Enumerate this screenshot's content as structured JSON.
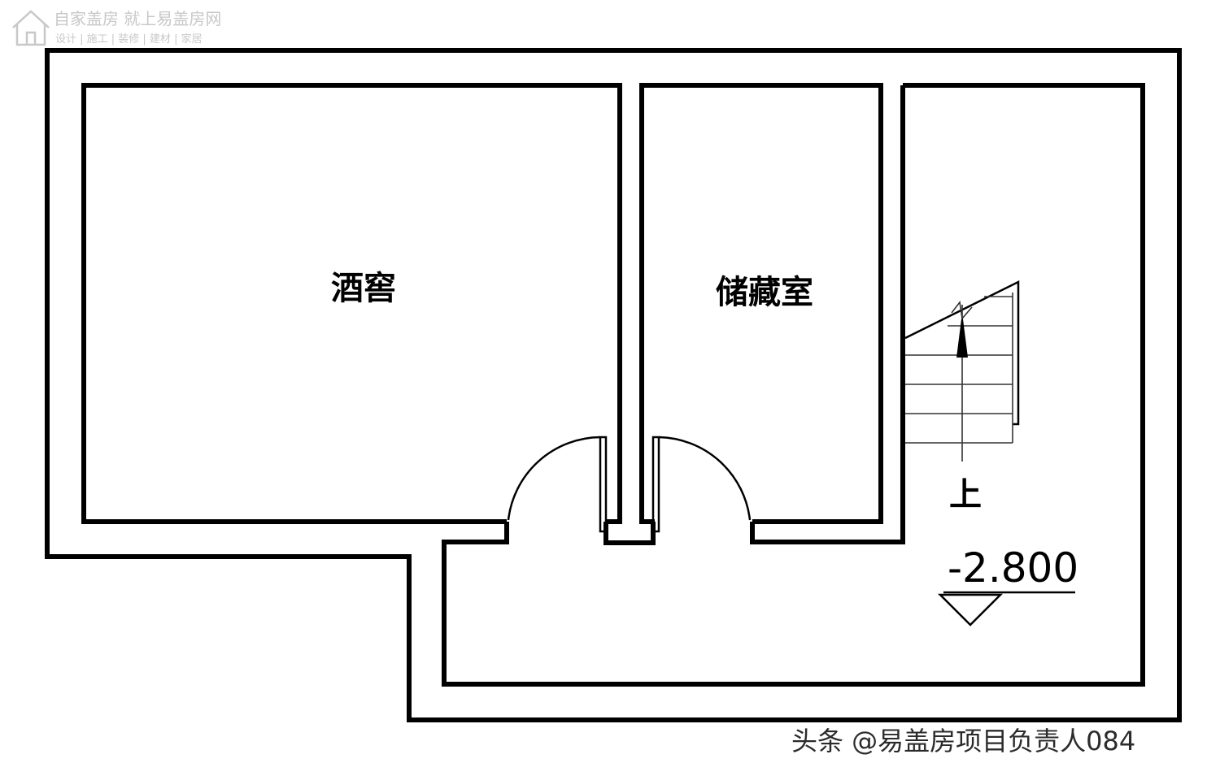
{
  "watermark": {
    "title": "自家盖房 就上易盖房网",
    "subtitle": "设计 | 施工 | 装修 | 建材 | 家居",
    "logo_icon": "house-logo-icon"
  },
  "rooms": {
    "wine_cellar": "酒窖",
    "storage": "储藏室"
  },
  "stair": {
    "up_label": "上",
    "arrow_icon": "stair-up-arrow-icon"
  },
  "elevation": {
    "value": "-2.800",
    "marker_icon": "elevation-triangle-icon"
  },
  "credit": "头条 @易盖房项目负责人084"
}
